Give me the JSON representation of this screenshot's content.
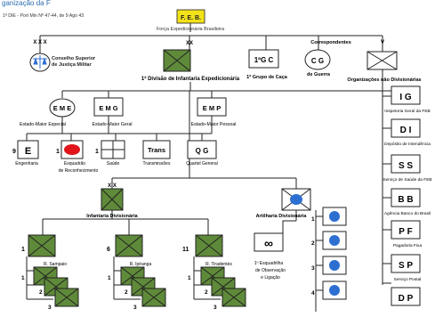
{
  "header_fragment": "ganização da F",
  "source_note": "1ª DIE - Port Min Nº 47-44, de 9 Ago 43",
  "feb": {
    "label": "F. E. B.",
    "caption": "Força Expedicionária Brasileira"
  },
  "conselho": {
    "mark": "X X X",
    "label1": "Conselho Superior",
    "label2": "de Justiça Militar"
  },
  "div_inf": {
    "mark": "XX",
    "label": "1ª Divisão de Infantaria Expedicionária"
  },
  "gc": {
    "label": "1ºG C",
    "caption": "1º Grupo de Caça"
  },
  "cg": {
    "label": "C G",
    "caption_top": "Correspondentes",
    "caption_bottom": "de Guerra"
  },
  "org": {
    "mark": "V",
    "caption": "Organizações não Divisionárias"
  },
  "staff": [
    {
      "id": "eme",
      "label": "E M E",
      "caption": "Estado-Maior Especial"
    },
    {
      "id": "emg",
      "label": "E M G",
      "caption": "Estado-Maior Geral"
    },
    {
      "id": "emp",
      "label": "E M P",
      "caption": "Estado-Maior Pessoal"
    }
  ],
  "support": [
    {
      "id": "eng",
      "number": "9",
      "label": "E",
      "caption": "Engenharia"
    },
    {
      "id": "recon",
      "number": "1",
      "label": "",
      "caption": "Esquadrão",
      "caption2": "de Reconhecimento"
    },
    {
      "id": "saude",
      "number": "1",
      "label": "",
      "caption": "Saúde"
    },
    {
      "id": "trans",
      "number": "",
      "label": "Trans",
      "caption": "Transmissões"
    },
    {
      "id": "qg",
      "number": "",
      "label": "Q G",
      "caption": "Quartel General"
    }
  ],
  "infantry": {
    "mark": "X X",
    "label": "Infantaria Divisionária",
    "regiments": [
      {
        "number": "1",
        "caption": "R. Sampaio",
        "battalions": [
          "1",
          "2",
          "3"
        ]
      },
      {
        "number": "6",
        "caption": "R. Ipiranga",
        "battalions": [
          "1",
          "2",
          "3"
        ]
      },
      {
        "number": "11",
        "caption": "R. Tiradentes",
        "battalions": [
          "1",
          "2",
          "3"
        ]
      }
    ]
  },
  "artillery": {
    "label": "Artilharia Divisionária",
    "groups": [
      "1",
      "2",
      "3",
      "4"
    ]
  },
  "liaison": {
    "label": "∞",
    "caption1": "1º Esquadrilha",
    "caption2": "de Observação",
    "caption3": "e Ligação"
  },
  "non_divisional": [
    {
      "label": "I G",
      "caption": "Inspetoria Geral da FEB"
    },
    {
      "label": "D I",
      "caption": "Depósito de Intendência"
    },
    {
      "label": "S S",
      "caption": "Serviço de Saúde da FEB"
    },
    {
      "label": "B B",
      "caption": "Agência Banco do Brasil"
    },
    {
      "label": "P F",
      "caption": "Pagadoria Fixa"
    },
    {
      "label": "S P",
      "caption": "Serviço Postal"
    },
    {
      "label": "D P",
      "caption": ""
    }
  ],
  "colors": {
    "infantry_green": "#5f8a3a",
    "feb_yellow": "#f2e21a",
    "artillery_blue": "#2d6fd1",
    "recon_red": "#e0161b",
    "line": "#222222"
  }
}
